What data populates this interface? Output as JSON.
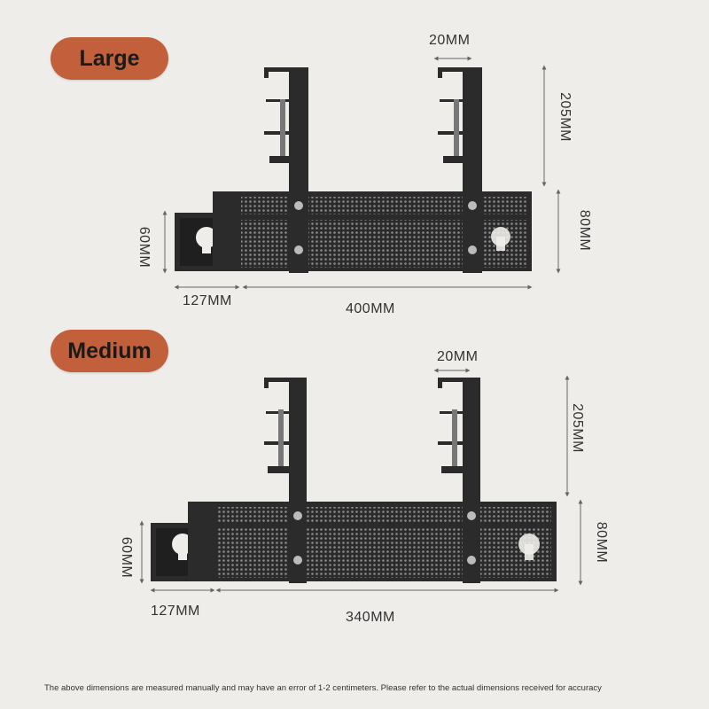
{
  "sections": {
    "large": {
      "label": "Large",
      "dims": {
        "clamp_width": "20MM",
        "height": "205MM",
        "tray_height": "80MM",
        "side_height": "60MM",
        "side_width": "127MM",
        "length": "400MM"
      }
    },
    "medium": {
      "label": "Medium",
      "dims": {
        "clamp_width": "20MM",
        "height": "205MM",
        "tray_height": "80MM",
        "side_height": "60MM",
        "side_width": "127MM",
        "length": "340MM"
      }
    }
  },
  "footnote": "The above dimensions are measured manually and may have an error of 1-2 centimeters. Please refer to the actual dimensions received for accuracy",
  "colors": {
    "background": "#efedea",
    "label_pill": "#c2603b",
    "metal": "#2b2b2b",
    "dimension_line": "#666666"
  }
}
